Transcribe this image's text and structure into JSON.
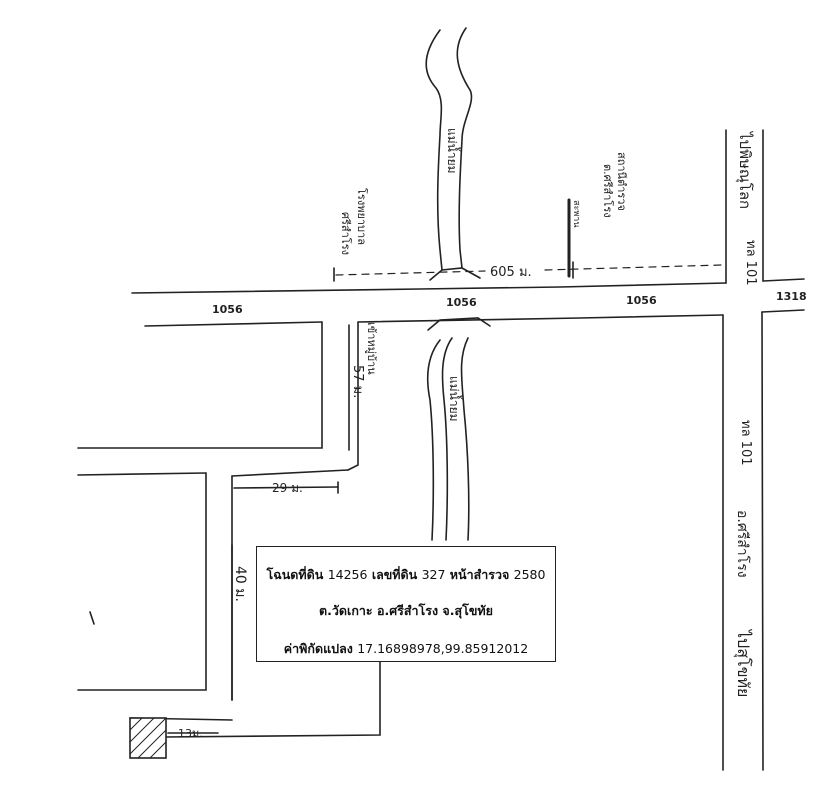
{
  "roads": {
    "main_road_1056_left": "1056",
    "main_road_1056_mid": "1056",
    "main_road_1056_right": "1056",
    "junction_1318": "1318",
    "highway_top_label": "ทล 101",
    "highway_top_dest": "ไปพิษณุโลก",
    "highway_bottom_label": "ทล 101",
    "highway_bottom_dest": "ไปสุโขทัย",
    "highway_bottom_dest2": "อ.ศรีสำโรง"
  },
  "landmarks": {
    "river_upper": "แม่น้ำยม",
    "river_lower": "แม่น้ำยม",
    "temple_top_left": "โรงพยาบาล",
    "temple_top_left_sub": "ศรีสำโรง",
    "office_top_right": "สถานีตำรวจ",
    "office_top_right_sub": "ต.ศรีสำโรง",
    "bridge_post": "สะพาน",
    "side_road_label": "เข้าหมู่บ้าน"
  },
  "distances": {
    "d605": "605 ม.",
    "d57": "57 ม.",
    "d29": "29 ม.",
    "d40": "40 ม.",
    "d13": "13ม."
  },
  "info": {
    "deed_label": "โฉนดที่ดิน",
    "deed_no": "14256",
    "plot_label": "เลขที่ดิน",
    "plot_no": "327",
    "survey_label": "หน้าสำรวจ",
    "survey_no": "2580",
    "location": "ต.วัดเกาะ อ.ศรีสำโรง จ.สุโขทัย",
    "coord_label": "ค่าพิกัดแปลง",
    "coord_value": "17.16898978,99.85912012"
  }
}
